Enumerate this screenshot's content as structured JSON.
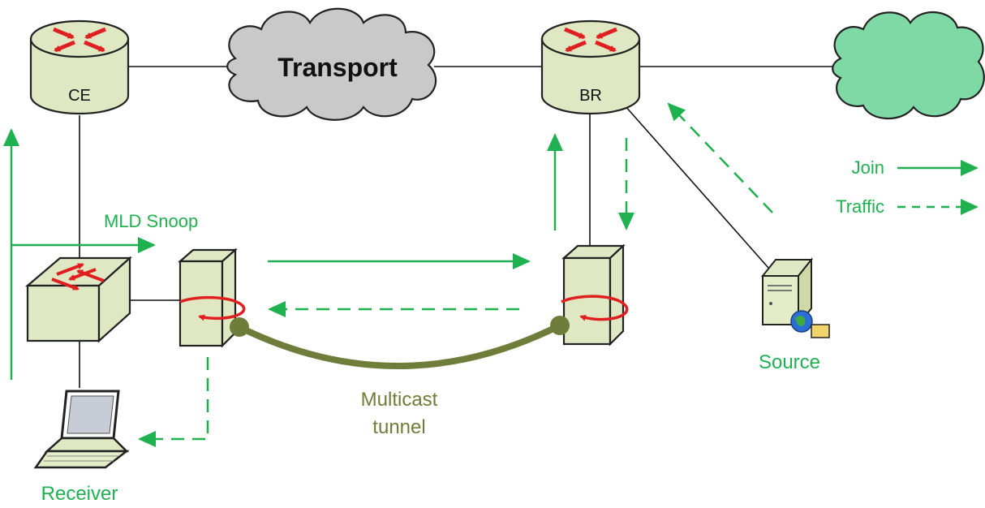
{
  "nodes": {
    "ce_router": {
      "label": "CE"
    },
    "br_router": {
      "label": "BR"
    },
    "transport_cloud": {
      "label": "Transport"
    },
    "external_cloud": {
      "label": ""
    },
    "switch": {
      "label": ""
    },
    "tunnel_endpoint_left": {
      "label": ""
    },
    "tunnel_endpoint_right": {
      "label": ""
    },
    "receiver": {
      "label": "Receiver"
    },
    "source": {
      "label": "Source"
    }
  },
  "annotations": {
    "mld_snoop": "MLD Snoop",
    "tunnel_line1": "Multicast",
    "tunnel_line2": "tunnel"
  },
  "legend": {
    "join": "Join",
    "traffic": "Traffic"
  },
  "colors": {
    "green": "#1fb050",
    "tunnel": "#6e7d39",
    "tunnel_text": "#6e7d39",
    "device_fill": "#dfe8c3",
    "device_stroke": "#222222",
    "transport_cloud": "#c9c9c9",
    "external_cloud": "#7fd9a5",
    "router_arrow": "#e02020"
  }
}
